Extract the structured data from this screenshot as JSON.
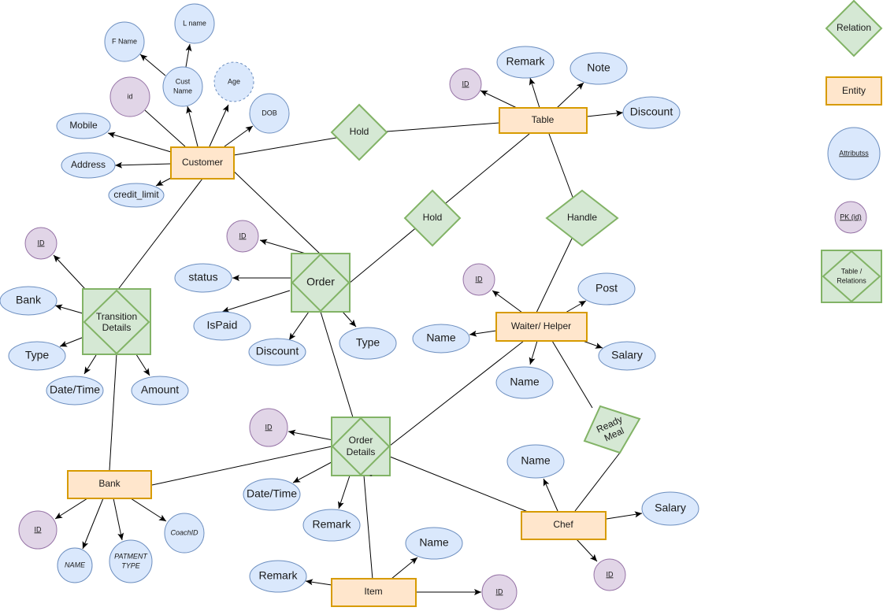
{
  "diagram": {
    "entities": {
      "customer": "Customer",
      "table": "Table",
      "waiter": "Waiter/ Helper",
      "bank": "Bank",
      "item": "Item",
      "chef": "Chef"
    },
    "relations": {
      "hold_customer_table": "Hold",
      "hold_table_order": "Hold",
      "handle": "Handle",
      "ready_meal_line1": "Ready",
      "ready_meal_line2": "Meal"
    },
    "associative": {
      "order": "Order",
      "order_details_line1": "Order",
      "order_details_line2": "Details",
      "transition_details_line1": "Transition",
      "transition_details_line2": "Details"
    },
    "customer_attrs": {
      "f_name": "F Name",
      "l_name": "L name",
      "cust_name_line1": "Cust",
      "cust_name_line2": "Name",
      "age": "Age",
      "id": "id",
      "dob": "DOB",
      "mobile": "Mobile",
      "address": "Address",
      "credit_limit": "credit_limit"
    },
    "table_attrs": {
      "id": "ID",
      "remark": "Remark",
      "note": "Note",
      "discount": "Discount"
    },
    "order_attrs": {
      "id": "ID",
      "status": "status",
      "is_paid": "IsPaid",
      "discount": "Discount",
      "type": "Type"
    },
    "transition_attrs": {
      "id": "ID",
      "bank": "Bank",
      "type": "Type",
      "date_time": "Date/Time",
      "amount": "Amount"
    },
    "waiter_attrs": {
      "id": "ID",
      "post": "Post",
      "name_left": "Name",
      "name_below": "Name",
      "salary": "Salary"
    },
    "order_details_attrs": {
      "id": "ID",
      "date_time": "Date/Time",
      "remark": "Remark"
    },
    "bank_attrs": {
      "id": "ID",
      "name": "NAME",
      "payment_type_line1": "PATMENT",
      "payment_type_line2": "TYPE",
      "coach_id": "CoachID"
    },
    "item_attrs": {
      "remark": "Remark",
      "name": "Name",
      "id": "ID"
    },
    "chef_attrs": {
      "name": "Name",
      "salary": "Salary",
      "id": "ID"
    }
  },
  "legend": {
    "relation": "Relation",
    "entity": "Entity",
    "attributes": "Attributss",
    "pk": "PK (id)",
    "table_relations_line1": "Table /",
    "table_relations_line2": "Relations"
  },
  "colors": {
    "entity_fill": "#ffe6cc",
    "entity_stroke": "#d79b00",
    "relation_fill": "#d5e8d4",
    "relation_stroke": "#82b366",
    "attribute_fill": "#dae8fc",
    "attribute_stroke": "#6c8ebf",
    "pk_fill": "#e1d5e7",
    "pk_stroke": "#9673a6"
  }
}
